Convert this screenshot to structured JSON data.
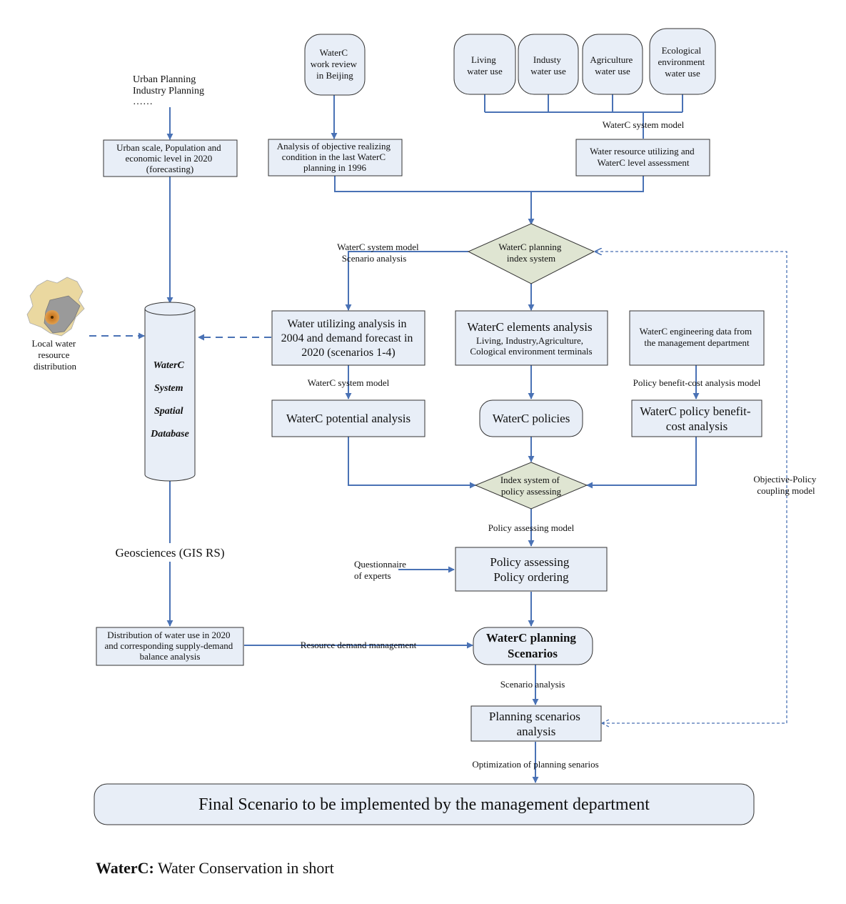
{
  "nodes": {
    "work_review": [
      "WaterC",
      "work review",
      "in Beijing"
    ],
    "living": [
      "Living",
      "water use"
    ],
    "industry": [
      "Industy",
      "water use"
    ],
    "agriculture": [
      "Agriculture",
      "water use"
    ],
    "ecological": [
      "Ecological",
      "environment",
      "water use"
    ],
    "urban_planning": [
      "Urban Planning",
      "Industry Planning",
      "……"
    ],
    "urban_scale": [
      "Urban scale, Population and",
      "economic level in 2020",
      "(forecasting)"
    ],
    "objective_analysis": [
      "Analysis of objective realizing",
      "condition in the last WaterC",
      "planning in 1996"
    ],
    "water_resource": [
      "Water resource utilizing and",
      "WaterC level assessment"
    ],
    "planning_index": [
      "WaterC planning",
      "index system"
    ],
    "water_utilizing": [
      "Water utilizing analysis in",
      "2004 and demand forecast in",
      "2020 (scenarios 1-4)"
    ],
    "elements": [
      "WaterC elements analysis",
      "Living, Industry,Agriculture,",
      "Cological environment terminals"
    ],
    "engineering": [
      "WaterC engineering data from",
      "the management department"
    ],
    "database": [
      "WaterC",
      "System",
      "Spatial",
      "Database"
    ],
    "local_water": [
      "Local water",
      "resource",
      "distribution"
    ],
    "potential": [
      "WaterC potential analysis"
    ],
    "policies": [
      "WaterC policies"
    ],
    "benefit_cost": [
      "WaterC policy benefit-",
      "cost analysis"
    ],
    "policy_index": [
      "Index system of",
      "policy assessing"
    ],
    "policy_assessing": [
      "Policy assessing",
      "Policy ordering"
    ],
    "questionnaire": [
      "Questionnaire",
      "of experts"
    ],
    "geosciences": [
      "Geosciences (GIS RS)"
    ],
    "distribution": [
      "Distribution of water use in 2020",
      "and corresponding supply-demand",
      "balance analysis"
    ],
    "planning_scenarios": [
      "WaterC planning",
      "Scenarios"
    ],
    "scenarios_analysis": [
      "Planning scenarios",
      "analysis"
    ],
    "final": [
      "Final Scenario to be implemented by the management department"
    ]
  },
  "edge_labels": {
    "system_model_top": "WaterC system model",
    "system_model_scenario": [
      "WaterC system model",
      "Scenario analysis"
    ],
    "system_model_mid": "WaterC system model",
    "benefit_cost_model": "Policy benefit-cost analysis model",
    "objective_policy": [
      "Objective-Policy",
      "coupling model"
    ],
    "policy_assessing_model": "Policy assessing model",
    "resource_demand": "Resource demand management",
    "scenario_analysis": "Scenario analysis",
    "optimization": "Optimization of planning senarios"
  },
  "legend": {
    "term": "WaterC:",
    "definition": " Water Conservation in short"
  },
  "colors": {
    "arrow": "#4a72b5",
    "box_fill": "#e8eef7",
    "diamond_fill": "#dfe5d2"
  }
}
